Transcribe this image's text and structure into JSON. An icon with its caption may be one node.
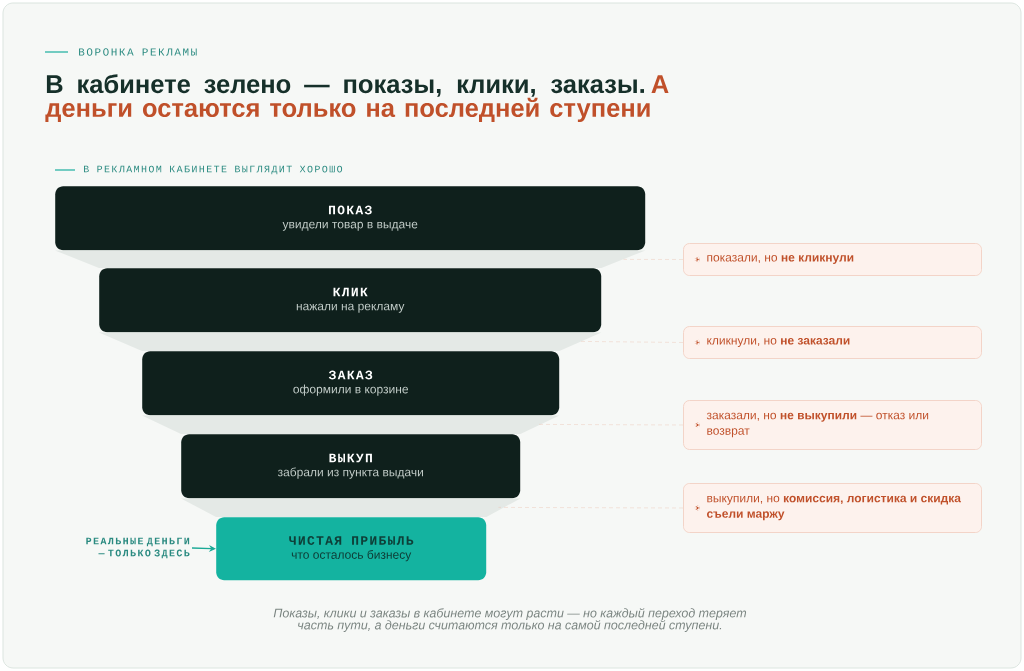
{
  "diagram": {
    "title": "В кабинете зелено — показы, клики, заказы.",
    "caption": "Показы, клики и заказы в кабинете могут расти — но каждый переход теряет часть пути, а деньги считаются только на самой последней ступени.",
    "nodes": [
      {
        "text": [
          "ПОКАЗ",
          "увидели товар в выдаче"
        ]
      },
      {
        "text": [
          "КЛИК",
          "нажали на рекламу"
        ]
      },
      {
        "text": [
          "ЗАКАЗ",
          "оформили в корзине"
        ]
      },
      {
        "text": [
          "ВЫКУП",
          "забрали из пункта выдачи"
        ]
      },
      {
        "text": [
          "ЧИСТАЯ ПРИБЫЛЬ",
          "что осталось бизнесу"
        ]
      },
      {
        "text": [
          "показали, но **не кликнули**"
        ]
      },
      {
        "text": [
          "кликнули, но **не заказали**"
        ]
      },
      {
        "text": [
          "заказали, но **не выкупили** — отказ или возврат"
        ]
      },
      {
        "text": [
          "выкупили, но **комиссия, логистика и скидка съели маржу**"
        ]
      },
      {
        "text": [
          "РЕАЛЬНЫЕ ДЕНЬГИ — ТОЛЬКО ЗДЕСЬ"
        ]
      }
    ],
    "edges": [
      {
        "from": 0,
        "to": 1,
        "arrow": "none"
      },
      {
        "from": 1,
        "to": 2,
        "arrow": "none"
      },
      {
        "from": 2,
        "to": 3,
        "arrow": "none"
      },
      {
        "from": 3,
        "to": 4,
        "arrow": "none"
      },
      {
        "from": 5,
        "to": 0,
        "arrow": "none",
        "style": "dashed",
        "color": "#ebbfae"
      },
      {
        "from": 6,
        "to": 1,
        "arrow": "none",
        "style": "dashed",
        "color": "#ebbfae"
      },
      {
        "from": 7,
        "to": 2,
        "arrow": "none",
        "style": "dashed",
        "color": "#ebbfae"
      },
      {
        "from": 8,
        "to": 3,
        "arrow": "none",
        "style": "dashed",
        "color": "#ebbfae"
      },
      {
        "from": 9,
        "to": 4,
        "arrow": "to",
        "color": "#1aa996"
      }
    ],
    "labels": [
      "ВОРОНКА РЕКЛАМЫ",
      "А деньги остаются только на последней ступени",
      "В РЕКЛАМНОМ КАБИНЕТЕ ВЫГЛЯДИТ ХОРОШО"
    ]
  }
}
